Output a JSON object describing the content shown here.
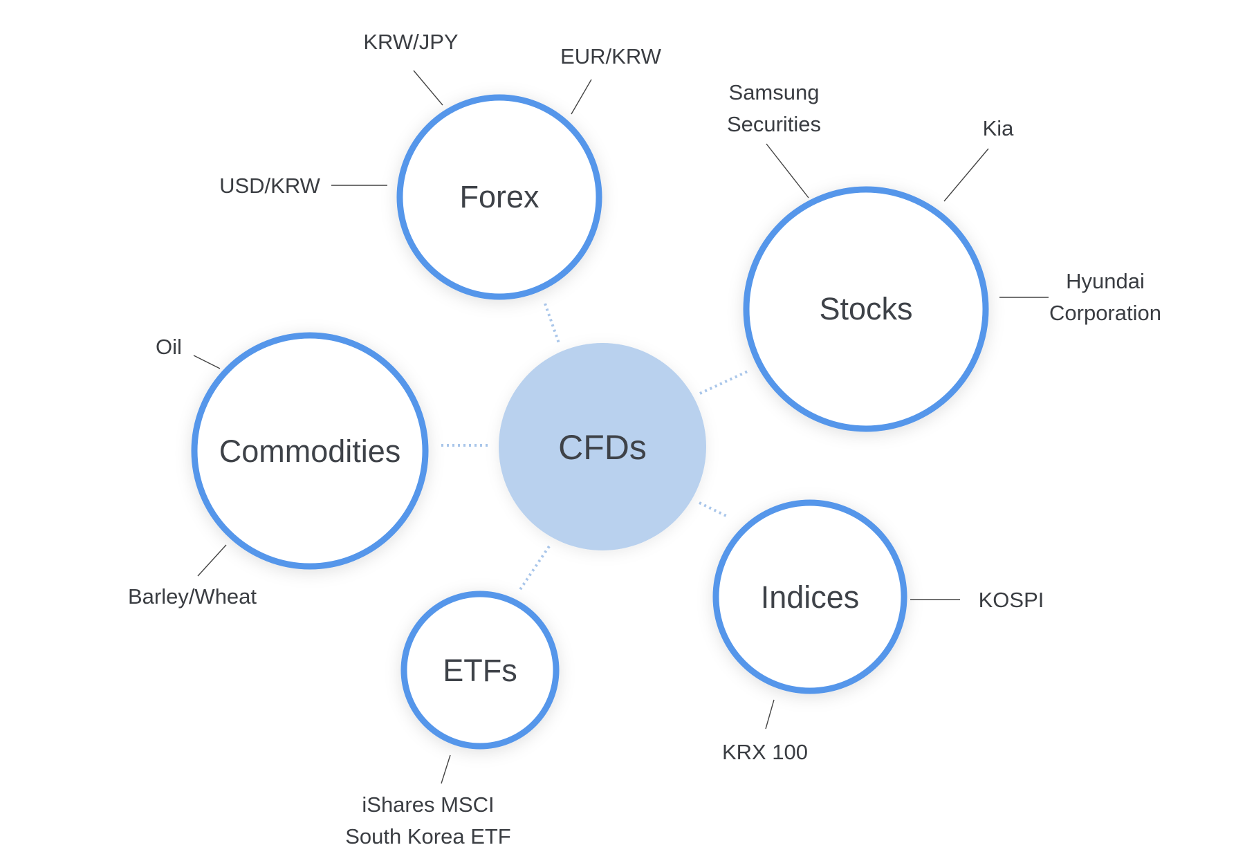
{
  "center": {
    "label": "CFDs"
  },
  "categories": [
    {
      "label": "Forex",
      "items": [
        "KRW/JPY",
        "EUR/KRW",
        "USD/KRW"
      ]
    },
    {
      "label": "Stocks",
      "items": [
        [
          "Samsung",
          "Securities"
        ],
        "Kia",
        [
          "Hyundai",
          "Corporation"
        ]
      ]
    },
    {
      "label": "Commodities",
      "items": [
        "Oil",
        "Barley/Wheat"
      ]
    },
    {
      "label": "Indices",
      "items": [
        "KOSPI",
        "KRX 100"
      ]
    },
    {
      "label": "ETFs",
      "items": [
        [
          "iShares MSCI",
          "South Korea ETF"
        ]
      ]
    }
  ],
  "colors": {
    "ring": "#5596ea",
    "hub": "#b9d1ee",
    "text": "#3e4248"
  }
}
